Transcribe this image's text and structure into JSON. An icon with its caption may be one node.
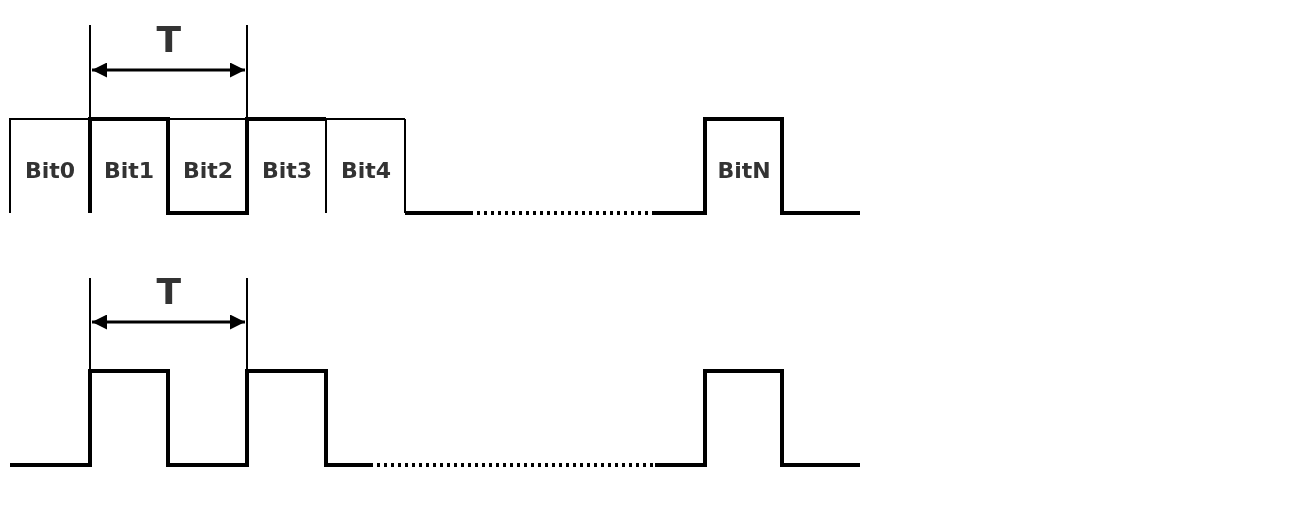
{
  "diagram": {
    "labels": [
      "T",
      "Bit0",
      "Bit1",
      "Bit2",
      "Bit3",
      "Bit4",
      "BitN",
      "T"
    ]
  }
}
